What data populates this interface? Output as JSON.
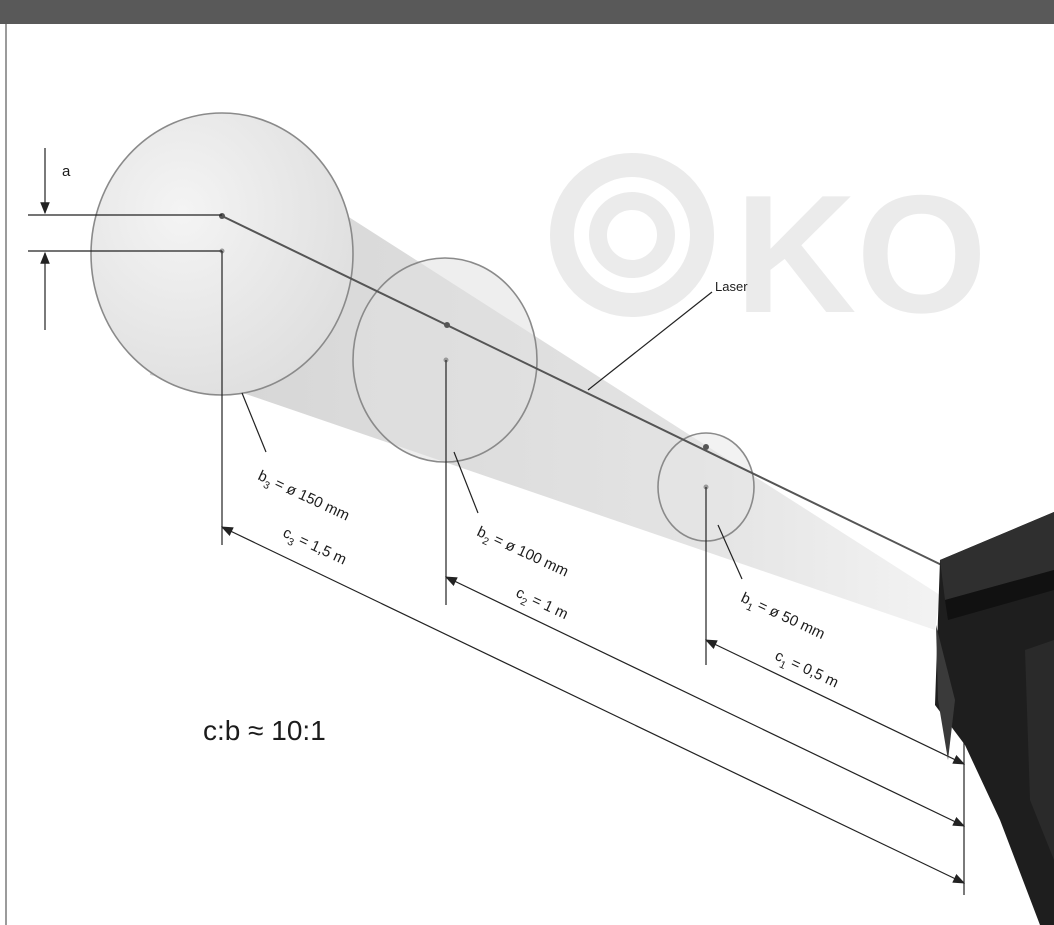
{
  "label_a": "a",
  "label_laser": "Laser",
  "ratio": "c:b ≈ 10:1",
  "spots": [
    {
      "b_letter": "b",
      "b_sub": "1",
      "b_value": " = ø 50 mm",
      "c_letter": "c",
      "c_sub": "1",
      "c_value": " = 0,5 m"
    },
    {
      "b_letter": "b",
      "b_sub": "2",
      "b_value": " = ø 100 mm",
      "c_letter": "c",
      "c_sub": "2",
      "c_value": " = 1 m"
    },
    {
      "b_letter": "b",
      "b_sub": "3",
      "b_value": " = ø 150 mm",
      "c_letter": "c",
      "c_sub": "3",
      "c_value": " = 1,5 m"
    }
  ],
  "watermark": "KO",
  "colors": {
    "header_bar": "#595959",
    "cone": "#d7d7d7",
    "device": "#1e1e1e",
    "lines": "#222222",
    "watermark": "#ebebeb"
  }
}
